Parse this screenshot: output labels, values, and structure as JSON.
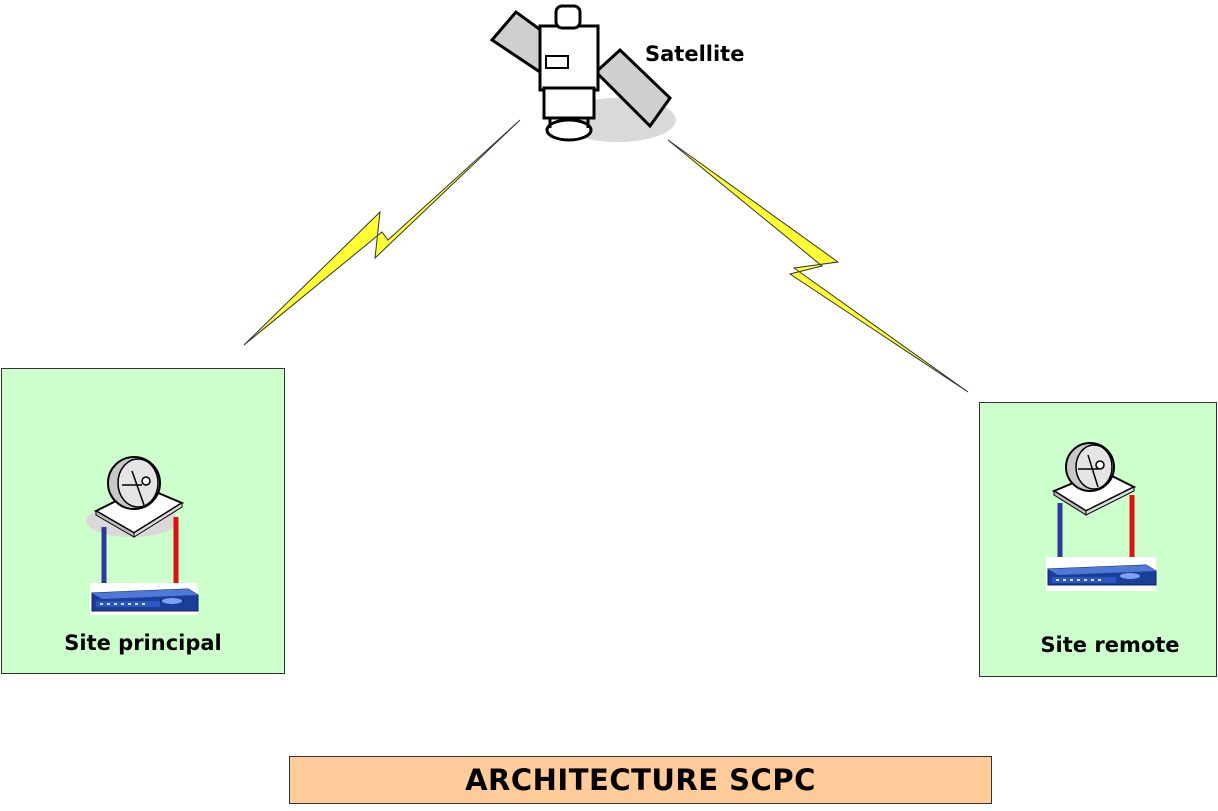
{
  "satellite": {
    "label": "Satellite",
    "icon": "satellite-icon"
  },
  "sites": {
    "principal": {
      "label": "Site principal",
      "icons": [
        "satellite-dish-icon",
        "modem-icon"
      ]
    },
    "remote": {
      "label": "Site remote",
      "icons": [
        "satellite-dish-icon",
        "modem-icon"
      ]
    }
  },
  "title": "ARCHITECTURE SCPC",
  "colors": {
    "site_fill": "#ccffcc",
    "title_fill": "#ffcc99",
    "link_fill": "#ffff33",
    "cable_tx": "#2b3a9c",
    "cable_rx": "#e01010"
  }
}
